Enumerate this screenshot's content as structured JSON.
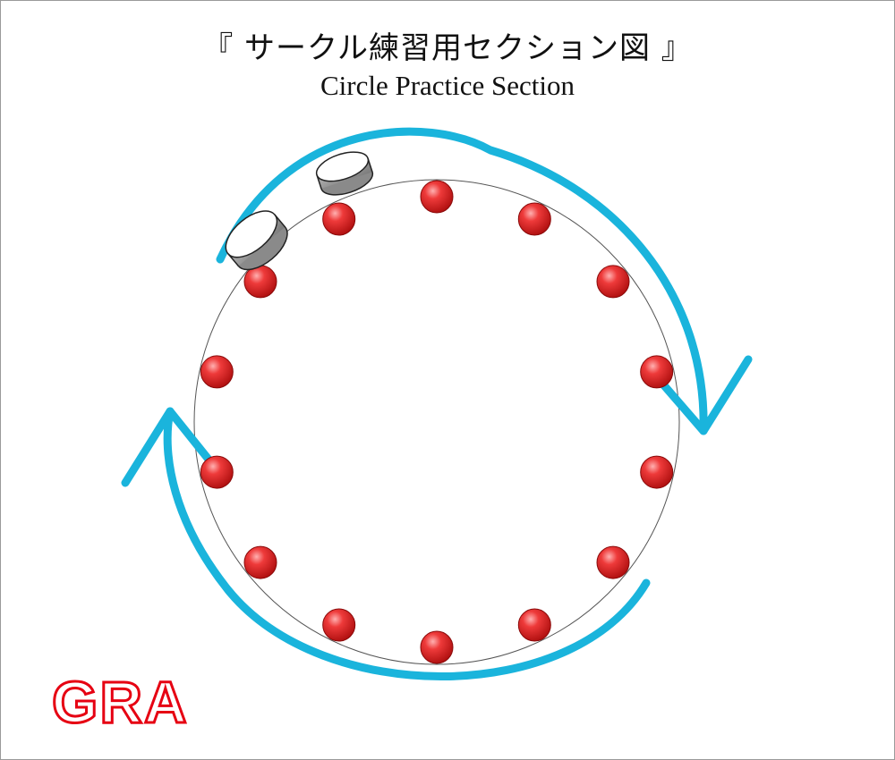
{
  "title": {
    "japanese": "『 サークル練習用セクション図 』",
    "english": "Circle Practice Section"
  },
  "logo": {
    "text": "GRA",
    "color": "#e60012"
  },
  "colors": {
    "arrow": "#1ab4dc",
    "marker": "#e02020",
    "marker_highlight": "#ff9a9a",
    "guide_circle": "#555555",
    "puck": "#9a9a9a"
  },
  "diagram": {
    "marker_count": 14,
    "puck_count": 2,
    "direction": "clockwise"
  }
}
